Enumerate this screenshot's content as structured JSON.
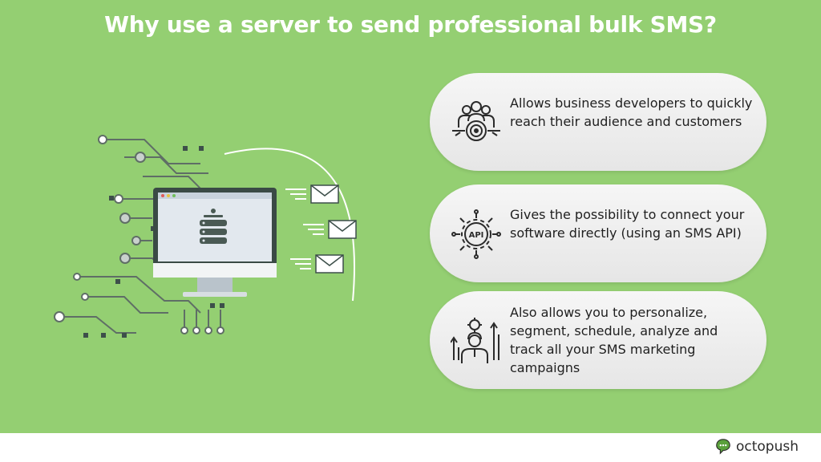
{
  "title": "Why use a server to send professional bulk SMS?",
  "colors": {
    "background": "#94cf72",
    "card": "#efefef",
    "accent": "#3d4f4a"
  },
  "benefits": [
    {
      "icon": "audience-target-icon",
      "text": "Allows business developers to quickly reach their audience and customers"
    },
    {
      "icon": "api-gear-icon",
      "text": "Gives the possibility to connect your software directly (using an SMS API)"
    },
    {
      "icon": "analytics-person-icon",
      "text": "Also allows you to personalize, segment, schedule, analyze and track all your SMS marketing campaigns"
    }
  ],
  "illustration": {
    "icon": "server-monitor-icon",
    "envelopes": 3
  },
  "footer": {
    "brand": "octopush",
    "logo_icon": "octopush-logo-icon"
  }
}
